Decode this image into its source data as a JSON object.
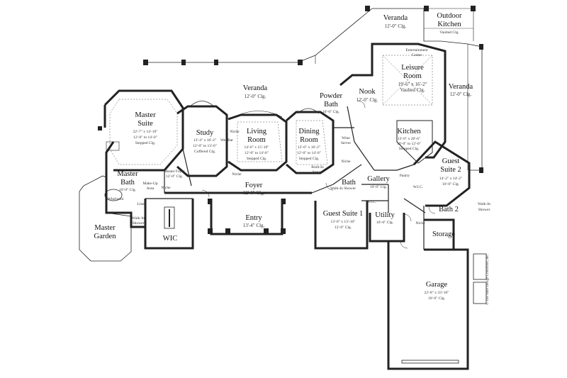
{
  "rooms": {
    "veranda_top": {
      "name": "Veranda",
      "clg": "12'-0\" Clg."
    },
    "outdoor_kitchen": {
      "name1": "Outdoor",
      "name2": "Kitchen",
      "clg": "Vaulted Clg."
    },
    "entertainment_center": {
      "name1": "Entertainment",
      "name2": "Center"
    },
    "leisure_room": {
      "name1": "Leisure",
      "name2": "Room",
      "dims": "19'-6\" x 16'-2\"",
      "clg": "Vaulted Clg."
    },
    "veranda_right": {
      "name": "Veranda",
      "clg": "12'-0\" Clg."
    },
    "veranda_main": {
      "name": "Veranda",
      "clg": "12'-0\" Clg."
    },
    "nook": {
      "name": "Nook",
      "clg": "12'-0\" Clg."
    },
    "powder_bath": {
      "name1": "Powder",
      "name2": "Bath",
      "clg": "10'-0\" Clg."
    },
    "master_suite": {
      "name1": "Master",
      "name2": "Suite",
      "dims": "22'-7\" x 14'-10\"",
      "dims2": "12'-0\" to 14'-0\"",
      "clg": "Stepped Clg."
    },
    "study": {
      "name": "Study",
      "dims": "13'-4\" x 16'-2\"",
      "dims2": "12'-0\" to 13'-0\"",
      "clg": "Coffered Clg."
    },
    "living_room": {
      "name1": "Living",
      "name2": "Room",
      "dims": "14'-0\" x 15'-10\"",
      "dims2": "12'-0\" to 14'-0\"",
      "clg": "Stepped Clg."
    },
    "dining_room": {
      "name1": "Dining",
      "name2": "Room",
      "dims": "12'-6\" x 16'-2\"",
      "dims2": "12'-0\" to 14'-0\"",
      "clg": "Stepped Clg."
    },
    "kitchen": {
      "name": "Kitchen",
      "dims": "13'-0\" x 20'-6\"",
      "dims2": "10'-0\" to 12'-0\"",
      "clg": "Stepped Clg."
    },
    "guest_suite_2": {
      "name1": "Guest",
      "name2": "Suite 2",
      "dims": "14'-2\" x 14'-2\"",
      "clg": "10'-0\" Clg."
    },
    "master_bath": {
      "name1": "Master",
      "name2": "Bath",
      "clg": "10'-0\" Clg."
    },
    "whirlpool": {
      "name": "Whirlpool"
    },
    "master_foyer": {
      "name1": "Master Foyer",
      "name2": "12'-0\" Clg."
    },
    "makeup_area": {
      "name1": "Make-Up",
      "name2": "Area"
    },
    "linen": {
      "name": "Linen"
    },
    "walk_in_shower": {
      "name1": "Walk-In",
      "name2": "Shower"
    },
    "foyer": {
      "name": "Foyer",
      "clg": "12'-0\" Clg."
    },
    "entry": {
      "name": "Entry",
      "clg": "13'-4\" Clg."
    },
    "wic": {
      "name": "WIC"
    },
    "master_garden": {
      "name1": "Master",
      "name2": "Garden"
    },
    "gallery": {
      "name": "Gallery",
      "clg": "10'-0\" Clg."
    },
    "bath": {
      "name": "Bath"
    },
    "wic_small": {
      "name": "W.I.C."
    },
    "guest_suite_1": {
      "name": "Guest Suite 1",
      "dims": "13'-0\" x 13'-10\"",
      "clg": "12'-0\" Clg."
    },
    "utility": {
      "name": "Utility",
      "clg": "10'-0\" Clg."
    },
    "pantry": {
      "name": "Pantry"
    },
    "wic_guest2": {
      "name": "W.I.C."
    },
    "bath_2": {
      "name": "Bath 2"
    },
    "walk_in_shower_2": {
      "name1": "Walk-In",
      "name2": "Shower"
    },
    "storage": {
      "name": "Storage"
    },
    "garage": {
      "name": "Garage",
      "dims": "22'-8\" x 33'-10\"",
      "clg": "10'-0\" Clg."
    }
  },
  "small_labels": {
    "niche": "Niche",
    "wine": "Wine",
    "server": "Server",
    "built_in": "Built-In",
    "wet_bar": "Wet Bar",
    "bar": "Bar",
    "walk_in_shower_bath": "Walk-In Shower"
  },
  "copyright": "© The Sater Design Collection, Inc."
}
